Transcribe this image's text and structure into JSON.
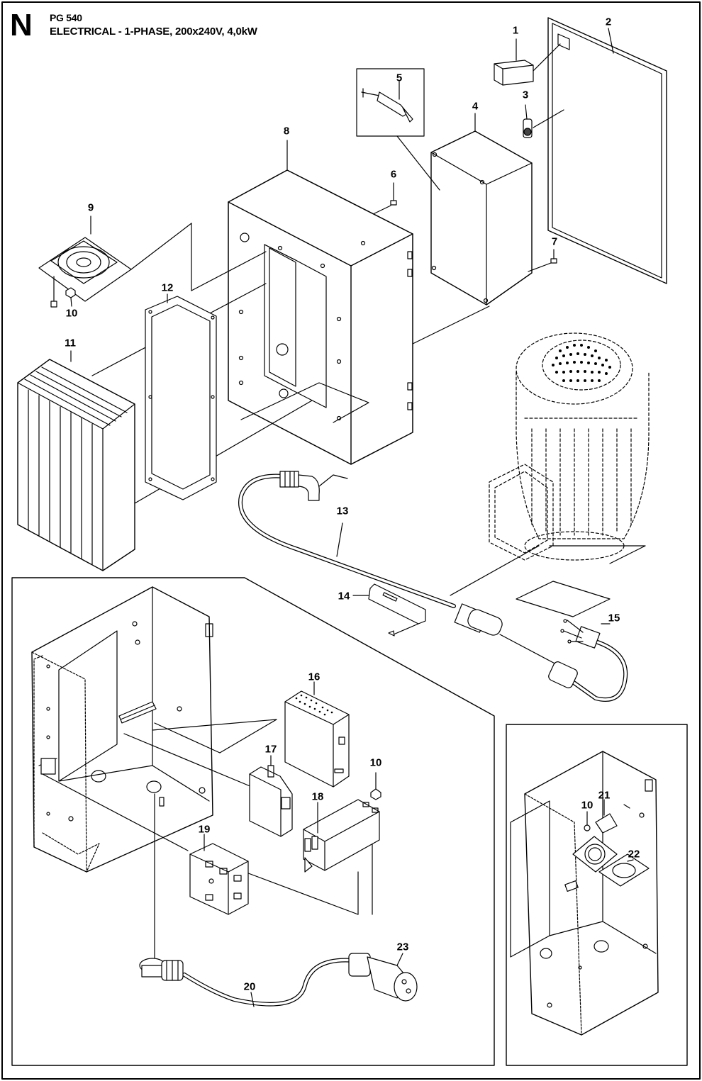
{
  "header": {
    "section_letter": "N",
    "model": "PG 540",
    "title": "ELECTRICAL - 1-PHASE, 200x240V, 4,0kW"
  },
  "callouts": {
    "c1": "1",
    "c2": "2",
    "c3": "3",
    "c4": "4",
    "c5": "5",
    "c6": "6",
    "c7": "7",
    "c8": "8",
    "c9": "9",
    "c10a": "10",
    "c11": "11",
    "c12": "12",
    "c13": "13",
    "c14": "14",
    "c15": "15",
    "c16": "16",
    "c17": "17",
    "c10b": "10",
    "c18": "18",
    "c19": "19",
    "c20": "20",
    "c23": "23",
    "c10c": "10",
    "c21": "21",
    "c22": "22"
  }
}
